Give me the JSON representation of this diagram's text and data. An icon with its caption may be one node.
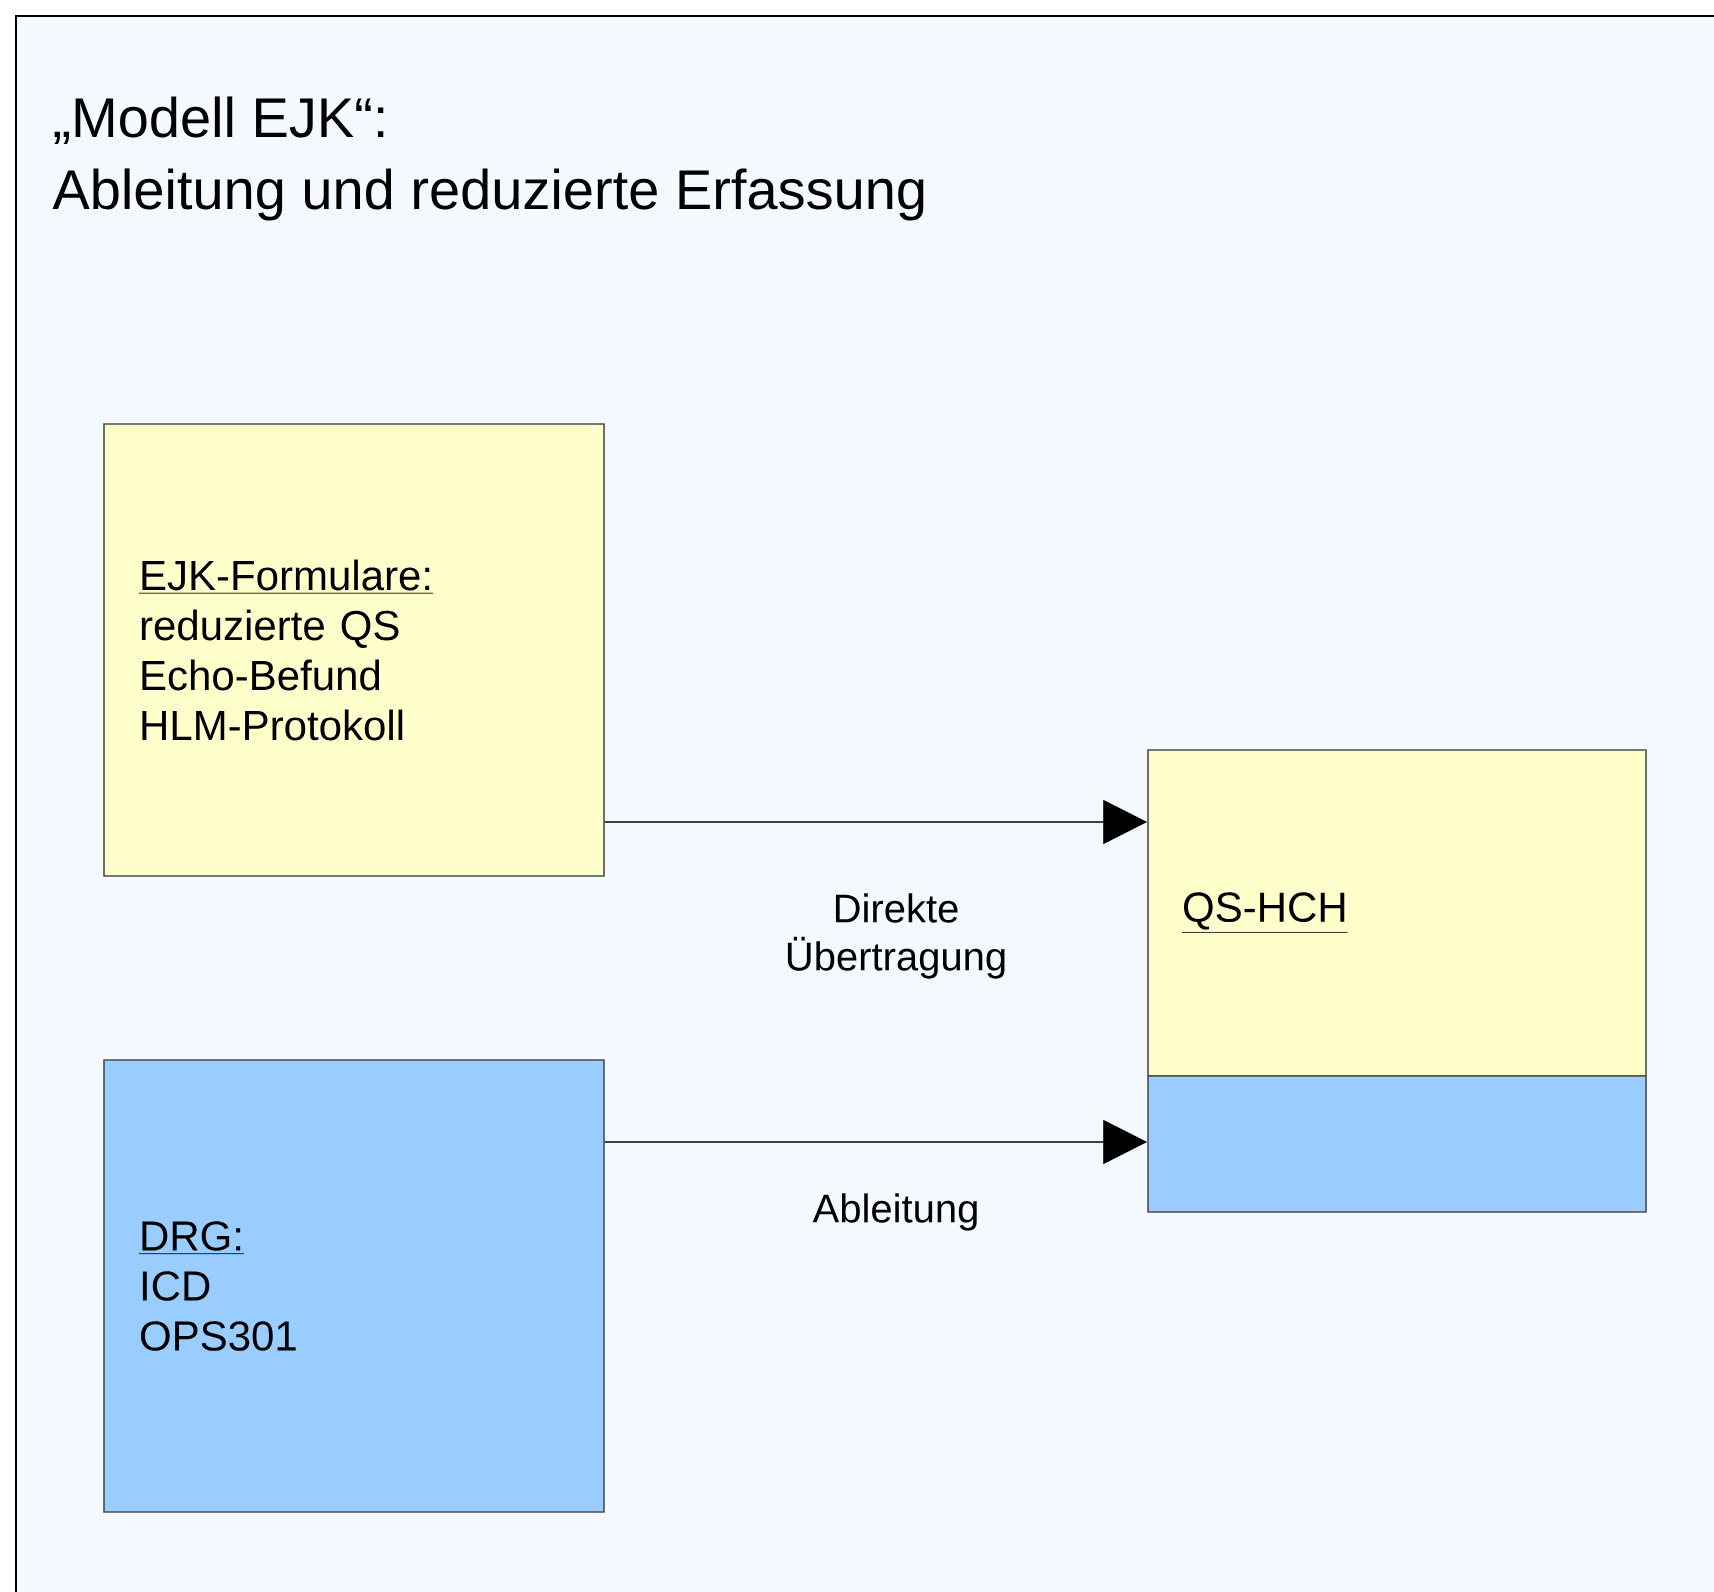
{
  "diagram": {
    "title": "„Modell EJK“:",
    "nodes": [
      {
        "text": [
          "EJK-Formulare:",
          "reduzierte QS",
          "Echo-Befund",
          "HLM-Protokoll"
        ]
      },
      {
        "text": [
          "DRG:",
          "ICD",
          "OPS301"
        ]
      },
      {
        "text": [
          "QS-HCH"
        ]
      },
      {
        "text": [],
        "shape": "box"
      }
    ],
    "edges": [
      {
        "from": 0,
        "to": 2,
        "arrow": "to",
        "label": "Direkte Übertragung"
      },
      {
        "from": 1,
        "to": 3,
        "arrow": "to",
        "label": "Ableitung"
      }
    ],
    "labels": [
      "Ableitung und reduzierte Erfassung"
    ]
  }
}
